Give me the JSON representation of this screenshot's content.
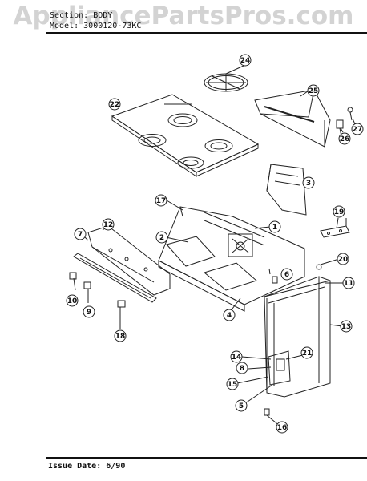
{
  "watermark": "AppliancePartsPros.com",
  "header": {
    "section_label": "Section:",
    "section_value": "BODY",
    "model_label": "Model:",
    "model_value": "3000120-73KC"
  },
  "callouts": [
    "1",
    "2",
    "3",
    "4",
    "5",
    "6",
    "7",
    "8",
    "9",
    "10",
    "11",
    "12",
    "13",
    "14",
    "15",
    "16",
    "17",
    "18",
    "19",
    "20",
    "21",
    "22",
    "24",
    "25",
    "26",
    "27"
  ],
  "footer": {
    "issue_label": "Issue Date:",
    "issue_value": "6/90"
  }
}
